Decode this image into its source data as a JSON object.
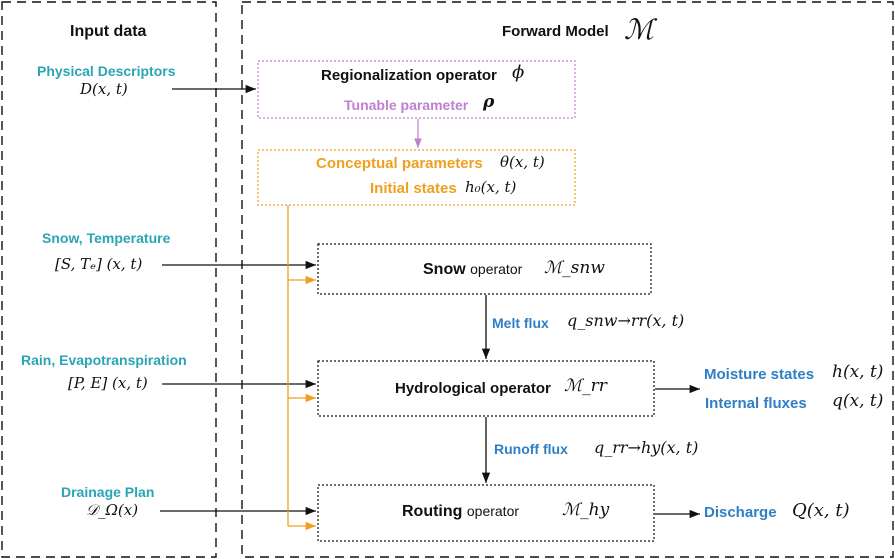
{
  "colors": {
    "teal": "#2aa5b5",
    "blue": "#2e7fc4",
    "orange": "#f0a020",
    "purple": "#c080d0",
    "black": "#111111"
  },
  "input_panel": {
    "title": "Input data",
    "physical": {
      "label": "Physical Descriptors",
      "math": "D(x, t)"
    },
    "snow": {
      "label": "Snow, Temperature",
      "math": "[S, Tₑ] (x, t)"
    },
    "rain": {
      "label": "Rain, Evapotranspiration",
      "math": "[P, E] (x, t)"
    },
    "drainage": {
      "label": "Drainage Plan",
      "math": "𝒟_Ω(x)"
    }
  },
  "model_panel": {
    "title": "Forward Model",
    "title_symbol": "ℳ",
    "regionalization": {
      "label": "Regionalization operator",
      "symbol": "ϕ"
    },
    "tunable": {
      "label": "Tunable parameter",
      "symbol": "ρ"
    },
    "conceptual": {
      "label": "Conceptual parameters",
      "math": "θ(x, t)"
    },
    "initial": {
      "label": "Initial states",
      "math": "h₀(x, t)"
    },
    "snow_op": {
      "label_bold": "Snow",
      "label_rest": "operator",
      "math": "ℳ_snw"
    },
    "melt": {
      "label": "Melt flux",
      "math": "q_snw→rr(x, t)"
    },
    "hydro_op": {
      "label_bold": "Hydrological",
      "label_rest": "operator",
      "math": "ℳ_rr"
    },
    "runoff": {
      "label": "Runoff flux",
      "math": "q_rr→hy(x, t)"
    },
    "routing_op": {
      "label_bold": "Routing",
      "label_rest": "operator",
      "math": "ℳ_hy"
    },
    "moisture": {
      "label": "Moisture states",
      "math": "h(x, t)"
    },
    "internal": {
      "label": "Internal fluxes",
      "math": "q(x, t)"
    },
    "discharge": {
      "label": "Discharge",
      "math": "Q(x, t)"
    }
  }
}
